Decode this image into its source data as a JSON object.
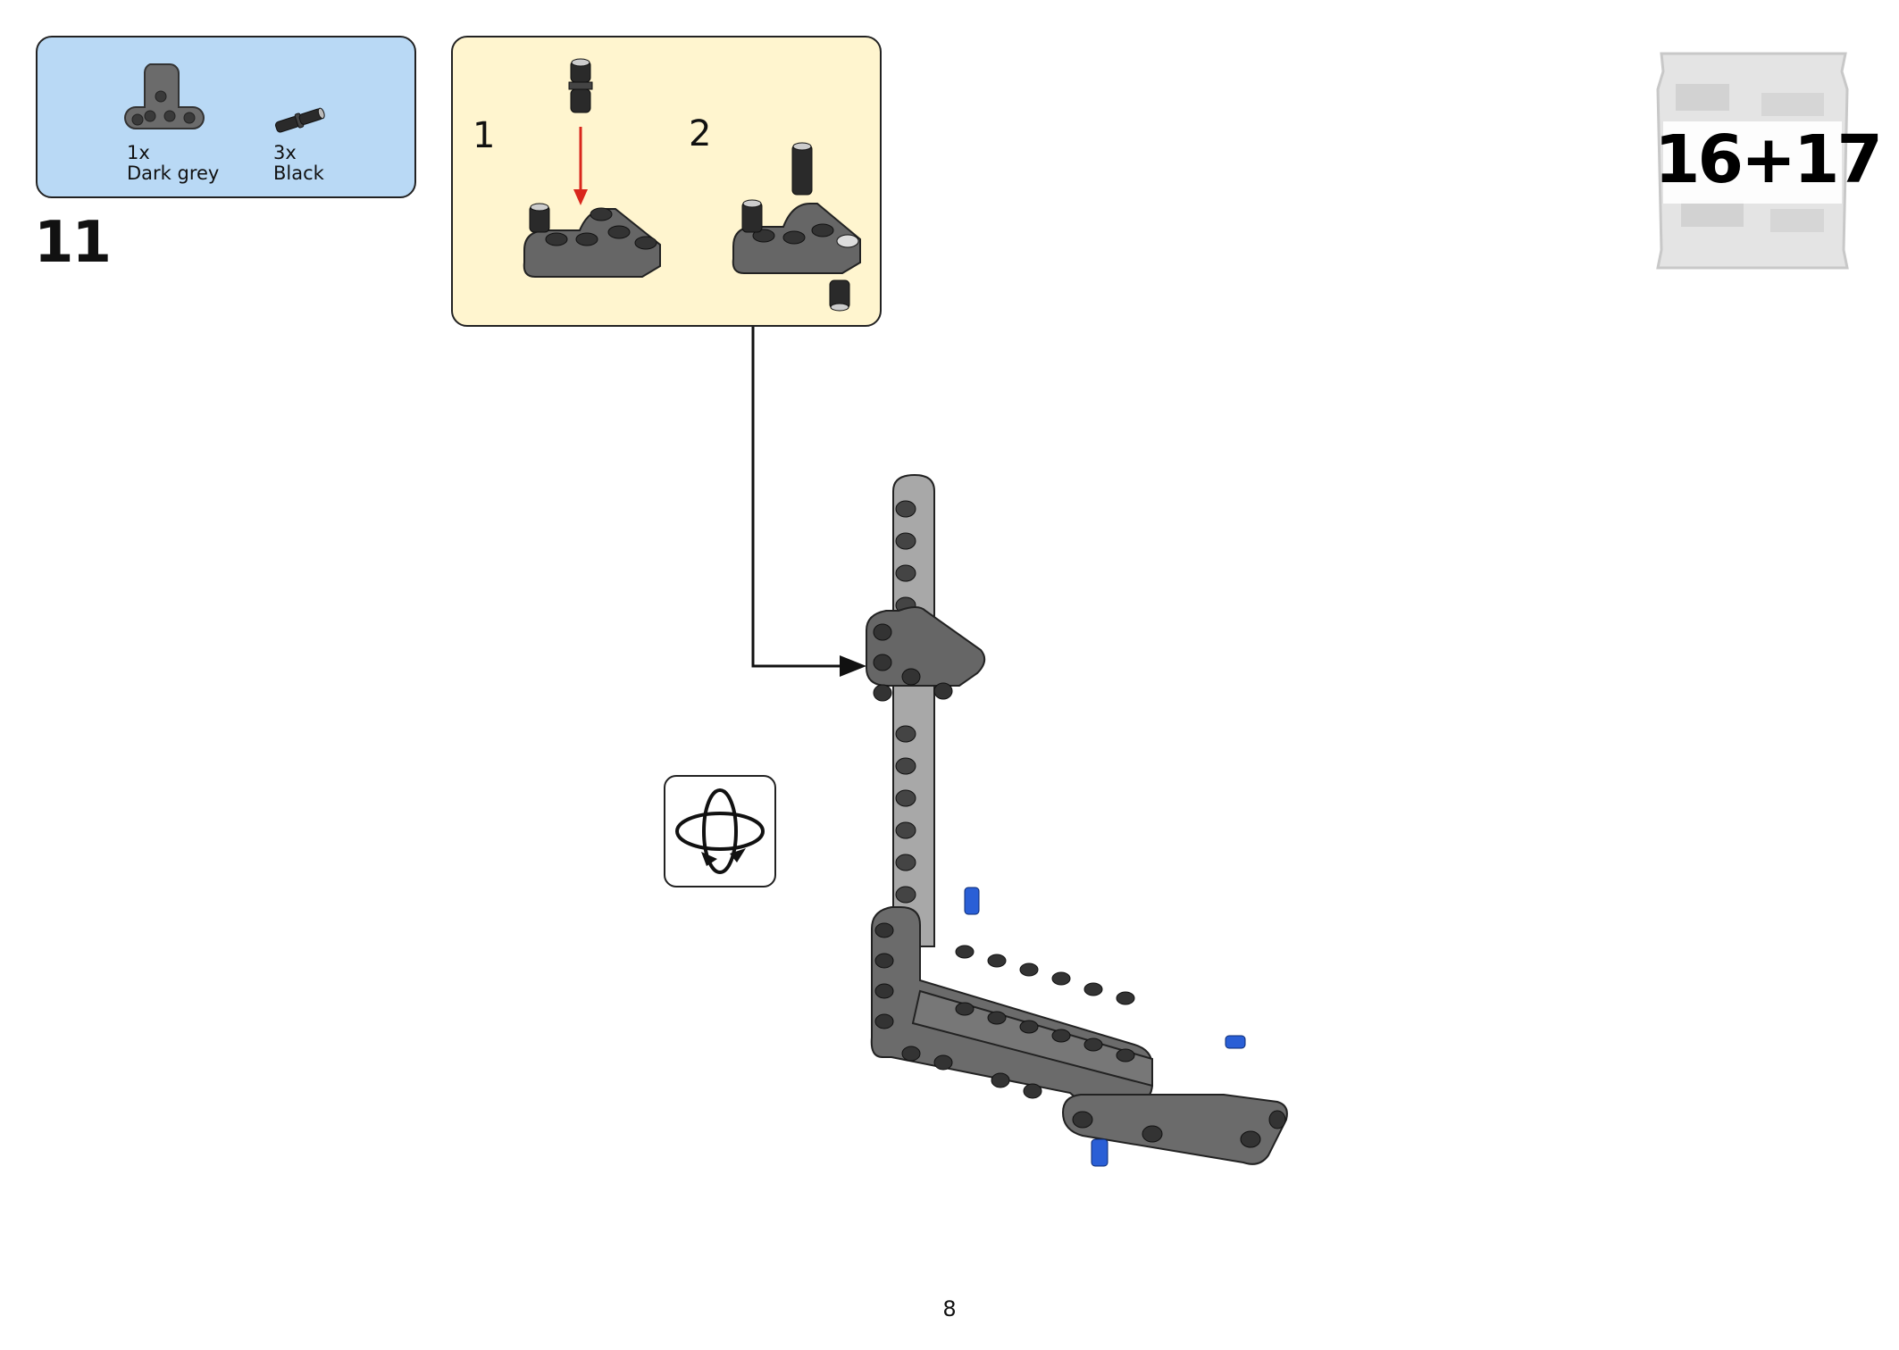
{
  "step": {
    "number": "11"
  },
  "parts": [
    {
      "qty": "1x",
      "color": "Dark grey",
      "icon": "t-beam-icon"
    },
    {
      "qty": "3x",
      "color": "Black",
      "icon": "friction-pin-icon"
    }
  ],
  "substeps": [
    {
      "number": "1"
    },
    {
      "number": "2"
    }
  ],
  "bag": {
    "label": "16+17"
  },
  "rotate": {
    "icon": "rotate-model-icon"
  },
  "page": {
    "number": "8"
  },
  "colors": {
    "parts_bg": "#b9d9f5",
    "substep_bg": "#fff5cf",
    "arrow_red": "#d9261c",
    "pin_blue": "#2a5fd6",
    "beam_grey": "#6b6b6b",
    "beam_light": "#a8a8a8"
  }
}
